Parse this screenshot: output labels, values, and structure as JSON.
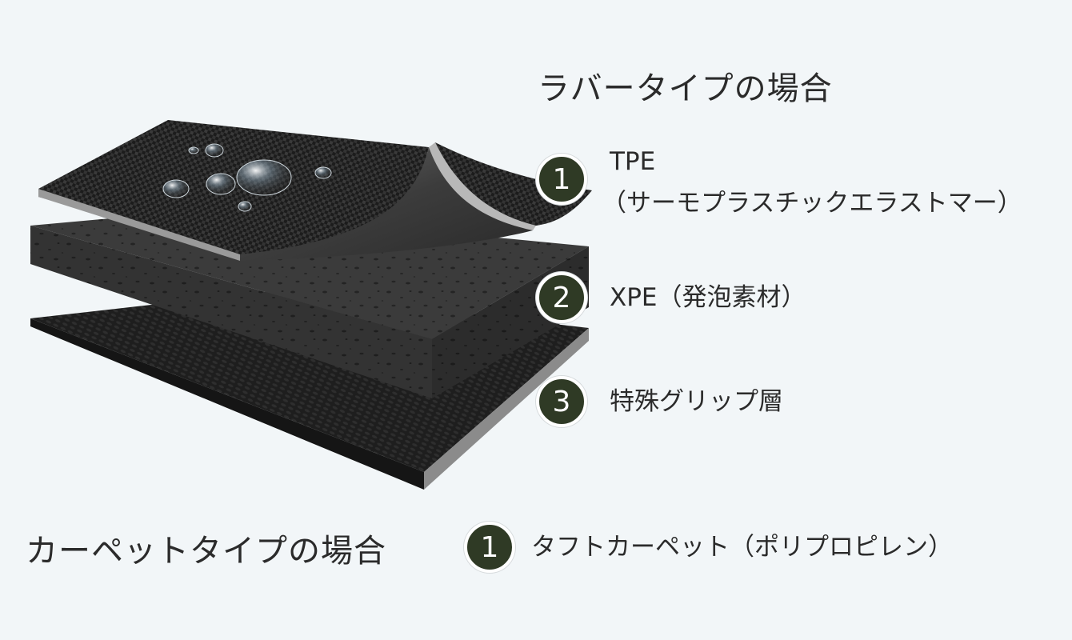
{
  "rubber": {
    "title": "ラバータイプの場合",
    "layers": [
      {
        "number": "1",
        "name": "TPE",
        "detail": "（サーモプラスチックエラストマー）"
      },
      {
        "number": "2",
        "name": "XPE（発泡素材）"
      },
      {
        "number": "3",
        "name": "特殊グリップ層"
      }
    ]
  },
  "carpet": {
    "title": "カーペットタイプの場合",
    "layers": [
      {
        "number": "1",
        "name": "タフトカーペット（ポリプロピレン）"
      }
    ]
  },
  "colors": {
    "badge": "#2f3a25",
    "background": "#f2f6f8"
  }
}
